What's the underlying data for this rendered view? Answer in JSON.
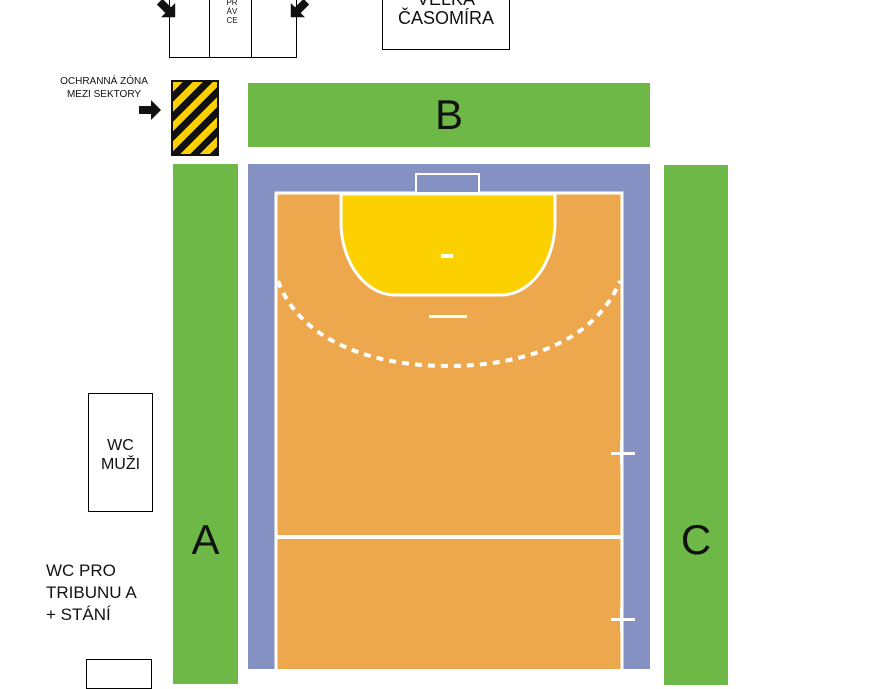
{
  "top_building": {
    "vertical_label": "PRÁVCE"
  },
  "scoreboard": {
    "line1": "VELKÁ",
    "line2": "ČASOMÍRA"
  },
  "protection_zone": {
    "line1": "OCHRANNÁ ZÓNA",
    "line2": "MEZI SEKTORY"
  },
  "sectors": {
    "a": "A",
    "b": "B",
    "c": "C"
  },
  "wc_men": {
    "line1": "WC",
    "line2": "MUŽI"
  },
  "wc_tribune": {
    "line1": "WC PRO",
    "line2": "TRIBUNU A",
    "line3": "+ STÁNÍ"
  },
  "colors": {
    "sector_green": "#6db847",
    "court_border": "#8591c2",
    "court_floor": "#eda84e",
    "goal_area": "#fdd100",
    "hazard_yellow": "#fdd100",
    "hazard_black": "#111111"
  }
}
